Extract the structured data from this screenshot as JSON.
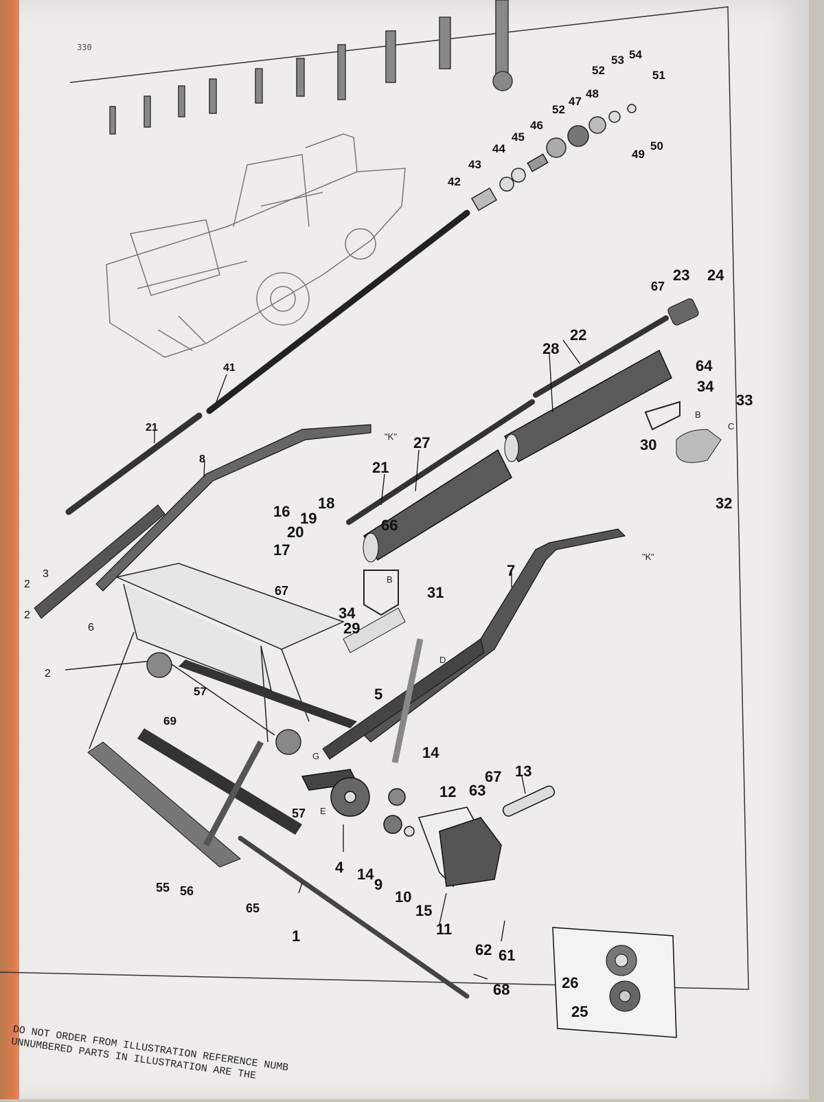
{
  "page": {
    "number": "330"
  },
  "callouts": {
    "c1": "1",
    "c2a": "2",
    "c2b": "2",
    "c2c": "2",
    "c3": "3",
    "c4": "4",
    "c5": "5",
    "c6": "6",
    "c7": "7",
    "c8": "8",
    "c9": "9",
    "c10": "10",
    "c11": "11",
    "c12": "12",
    "c13": "13",
    "c14a": "14",
    "c14b": "14",
    "c15": "15",
    "c16": "16",
    "c17": "17",
    "c18": "18",
    "c19": "19",
    "c20": "20",
    "c21a": "21",
    "c21b": "21",
    "c22": "22",
    "c23": "23",
    "c24": "24",
    "c25": "25",
    "c26": "26",
    "c27": "27",
    "c28": "28",
    "c29": "29",
    "c30": "30",
    "c31": "31",
    "c32": "32",
    "c33": "33",
    "c34a": "34",
    "c34b": "34",
    "c41": "41",
    "c42": "42",
    "c43": "43",
    "c44": "44",
    "c45": "45",
    "c46": "46",
    "c47": "47",
    "c48": "48",
    "c49": "49",
    "c50": "50",
    "c51": "51",
    "c52a": "52",
    "c52b": "52",
    "c53": "53",
    "c54": "54",
    "c55": "55",
    "c56": "56",
    "c57a": "57",
    "c57b": "57",
    "c61": "61",
    "c62": "62",
    "c63": "63",
    "c64": "64",
    "c65": "65",
    "c66": "66",
    "c67a": "67",
    "c67b": "67",
    "c67c": "67",
    "c68": "68",
    "c69": "69"
  },
  "letters": {
    "k1": "\"K\"",
    "k2": "\"K\"",
    "d": "D",
    "e": "E",
    "g": "G",
    "b1": "B",
    "b2": "B",
    "c": "C"
  },
  "footer": {
    "line1": "DO NOT ORDER FROM ILLUSTRATION REFERENCE NUMB",
    "line2": "UNNUMBERED PARTS IN ILLUSTRATION ARE THE"
  },
  "colors": {
    "paper": "#eeedeb",
    "ink": "#1a1a1a",
    "shaded": "#5a5a5a"
  }
}
